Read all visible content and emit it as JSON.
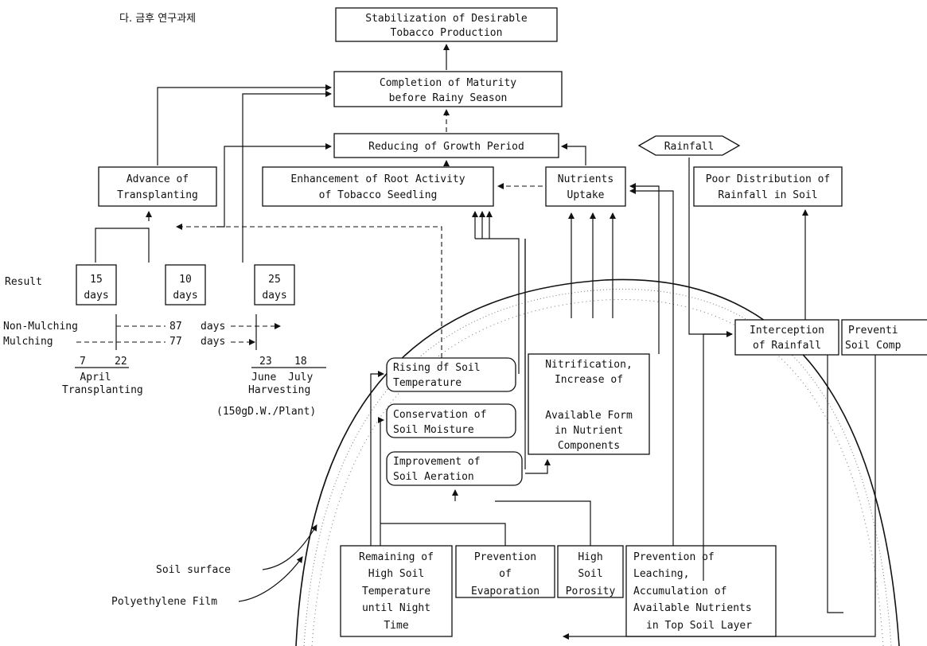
{
  "header": {
    "korean_title": "다. 금후 연구과제"
  },
  "boxes": {
    "stabilization": [
      "Stabilization of Desirable",
      "Tobacco Production"
    ],
    "completion": [
      "Completion of Maturity",
      "before Rainy Season"
    ],
    "reducing": [
      "Reducing of Growth Period"
    ],
    "advance": [
      "Advance of",
      "Transplanting"
    ],
    "enhancement": [
      "Enhancement of Root Activity",
      "of Tobacco Seedling"
    ],
    "nutrients_uptake": [
      "Nutrients",
      "Uptake"
    ],
    "rainfall": "Rainfall",
    "poor_distribution": [
      "Poor Distribution of",
      "Rainfall in Soil"
    ],
    "interception": [
      "Interception",
      "of Rainfall"
    ],
    "prevention_soil_comp": [
      "Preventi",
      "Soil Comp"
    ],
    "rising": [
      "Rising of Soil",
      "Temperature"
    ],
    "conservation": [
      "Conservation of",
      "Soil Moisture"
    ],
    "improvement": [
      "Improvement of",
      "Soil Aeration"
    ],
    "nitrification": [
      "Nitrification,",
      "Increase of",
      "",
      "Available Form",
      "in Nutrient",
      "Components"
    ],
    "remaining": [
      "Remaining of",
      "High Soil",
      "Temperature",
      "until Night",
      "Time"
    ],
    "prevention_evap": [
      "Prevention",
      "of",
      "Evaporation"
    ],
    "high_soil": [
      "High",
      "Soil",
      "Porosity"
    ],
    "prevention_leaching": [
      "Prevention of",
      "Leaching,",
      "Accumulation of",
      "Available Nutrients",
      "in Top Soil Layer"
    ]
  },
  "timeline": {
    "result_label": "Result",
    "results": [
      {
        "value": "15",
        "unit": "days"
      },
      {
        "value": "10",
        "unit": "days"
      },
      {
        "value": "25",
        "unit": "days"
      }
    ],
    "non_mulching": {
      "label": "Non-Mulching",
      "days": "87",
      "unit": "days"
    },
    "mulching": {
      "label": "Mulching",
      "days": "77",
      "unit": "days"
    },
    "transplant_dates": [
      "7",
      "22"
    ],
    "transplant_month": "April",
    "transplant_label": "Transplanting",
    "harvest_dates": [
      "23",
      "18"
    ],
    "harvest_months": [
      "June",
      "July"
    ],
    "harvest_label": "Harvesting",
    "yield": "(150gD.W./Plant)"
  },
  "labels": {
    "soil_surface": "Soil surface",
    "polyethylene_film": "Polyethylene Film"
  }
}
